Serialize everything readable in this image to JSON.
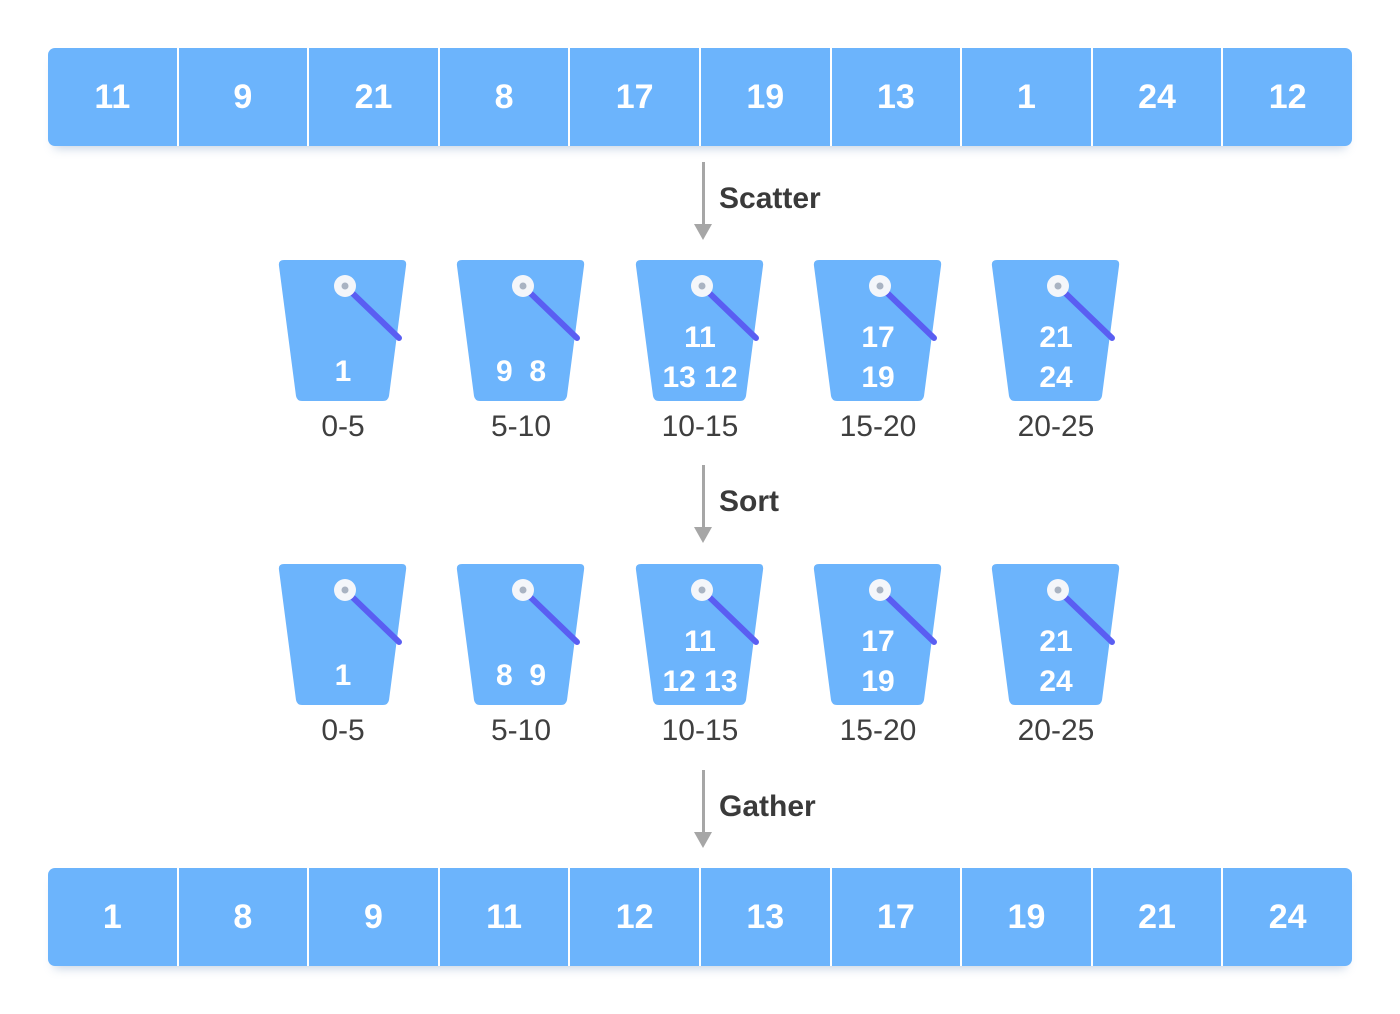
{
  "input_array": [
    "11",
    "9",
    "21",
    "8",
    "17",
    "19",
    "13",
    "1",
    "24",
    "12"
  ],
  "steps": {
    "scatter": "Scatter",
    "sort": "Sort",
    "gather": "Gather"
  },
  "scatter_buckets": [
    {
      "range": "0-5",
      "lines": [
        "1"
      ]
    },
    {
      "range": "5-10",
      "lines": [
        "9  8"
      ]
    },
    {
      "range": "10-15",
      "lines": [
        "11",
        "13 12"
      ]
    },
    {
      "range": "15-20",
      "lines": [
        "17",
        "19"
      ]
    },
    {
      "range": "20-25",
      "lines": [
        "21",
        "24"
      ]
    }
  ],
  "sorted_buckets": [
    {
      "range": "0-5",
      "lines": [
        "1"
      ]
    },
    {
      "range": "5-10",
      "lines": [
        "8  9"
      ]
    },
    {
      "range": "10-15",
      "lines": [
        "11",
        "12 13"
      ]
    },
    {
      "range": "15-20",
      "lines": [
        "17",
        "19"
      ]
    },
    {
      "range": "20-25",
      "lines": [
        "21",
        "24"
      ]
    }
  ],
  "output_array": [
    "1",
    "8",
    "9",
    "11",
    "12",
    "13",
    "17",
    "19",
    "21",
    "24"
  ],
  "colors": {
    "cell_fill": "#6cb4fc",
    "bucket_fill": "#6cb4fc",
    "handle": "#5a5ef2",
    "arrow": "#a6a6a6",
    "label_text": "#3a3a3a"
  }
}
